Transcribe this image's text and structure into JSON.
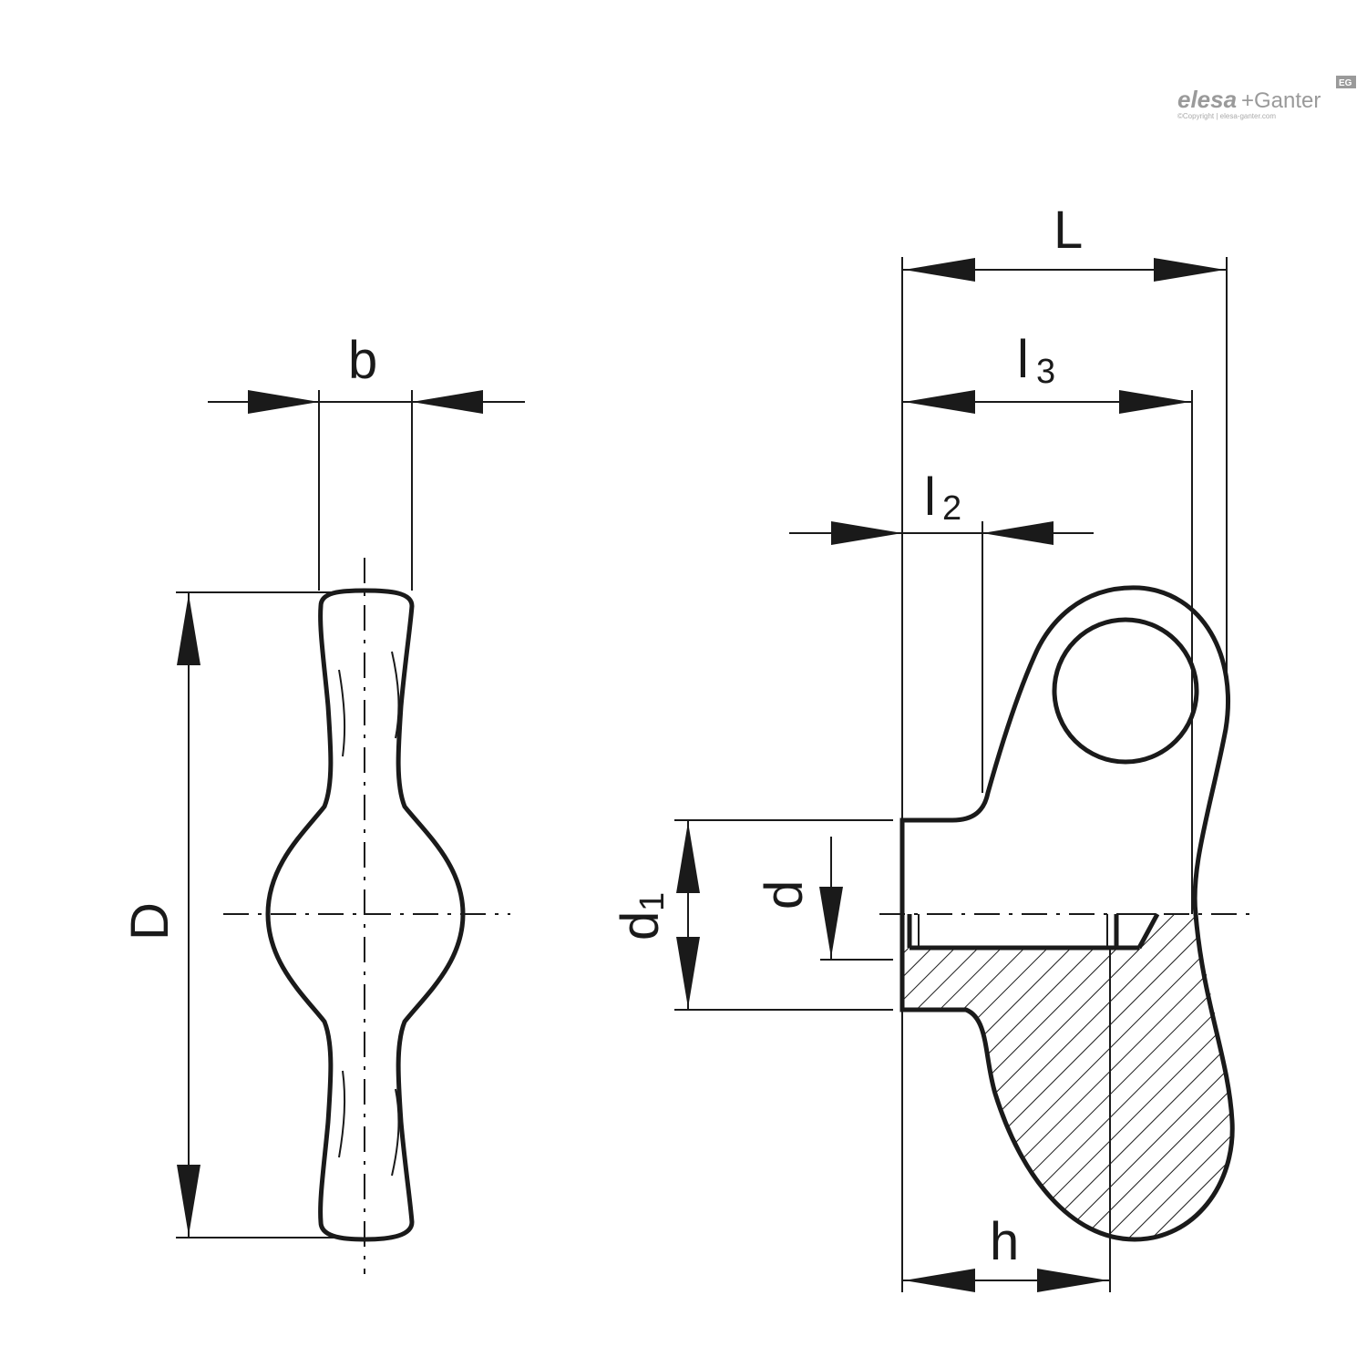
{
  "brand": {
    "logo": "elesa+Ganter",
    "logo_left": "elesa",
    "logo_right": "+Ganter",
    "badge": "EG",
    "copyright": "©Copyright | elesa-ganter.com"
  },
  "dimensions": {
    "b": "b",
    "D": "D",
    "L": "L",
    "l3_main": "l",
    "l3_sub": "3",
    "l2_main": "l",
    "l2_sub": "2",
    "d1_main": "d",
    "d1_sub": "1",
    "d": "d",
    "h": "h"
  }
}
